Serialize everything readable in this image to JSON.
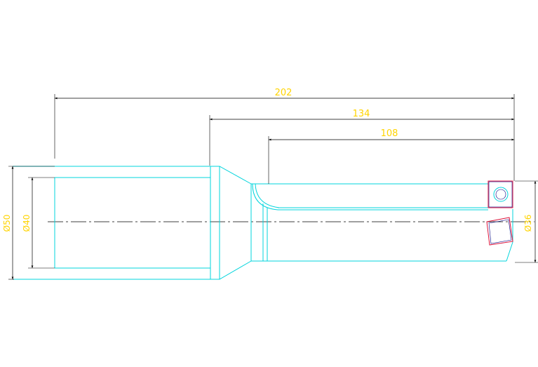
{
  "drawing": {
    "dimensions": {
      "overall_length": "202",
      "flute_length": "134",
      "insert_length": "108",
      "shank_diameter": "Ø50",
      "bore_diameter": "Ø40",
      "cutting_diameter": "Ø36"
    },
    "colors": {
      "outline": "#00d4dc",
      "dimension_line": "#000000",
      "dimension_text": "#ffd400",
      "insert": "#dc143c",
      "insert_detail": "#000080",
      "centerline": "#000000",
      "background": "#ffffff"
    }
  }
}
